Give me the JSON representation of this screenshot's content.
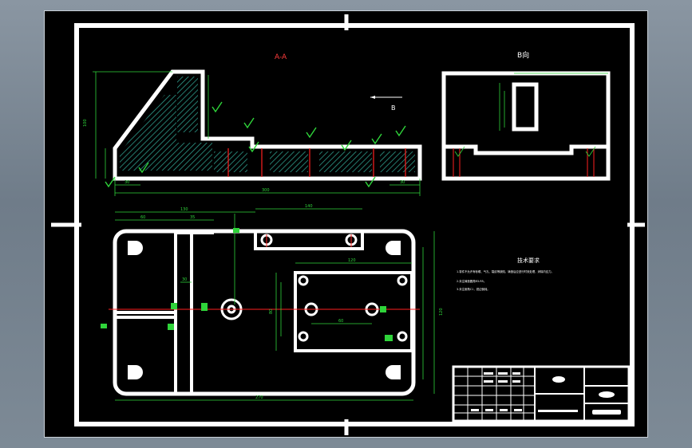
{
  "drawing": {
    "section_label": "A-A",
    "view_b_label": "B向",
    "arrow_label": "B",
    "notes_title": "技术要求",
    "notes": [
      "1.零件不允许有砂眼、气孔、裂纹等缺陷，铸造后应进行时效处理，消除内应力。",
      "2.未注铸造圆角R3-R5。",
      "3.未注倒角C1，锐边倒钝。"
    ],
    "dimensions": {
      "top_height": "100",
      "overall_length": "300",
      "left_offset": "30",
      "right_offset": "30",
      "plan_width_top": "130",
      "plan_width_right": "140",
      "plan_sub_a": "60",
      "plan_sub_b": "35",
      "inner_width": "120",
      "inner_height": "80",
      "plan_overall": "270",
      "side_height": "120",
      "slot_dim": "30",
      "inner_offset": "60"
    }
  }
}
